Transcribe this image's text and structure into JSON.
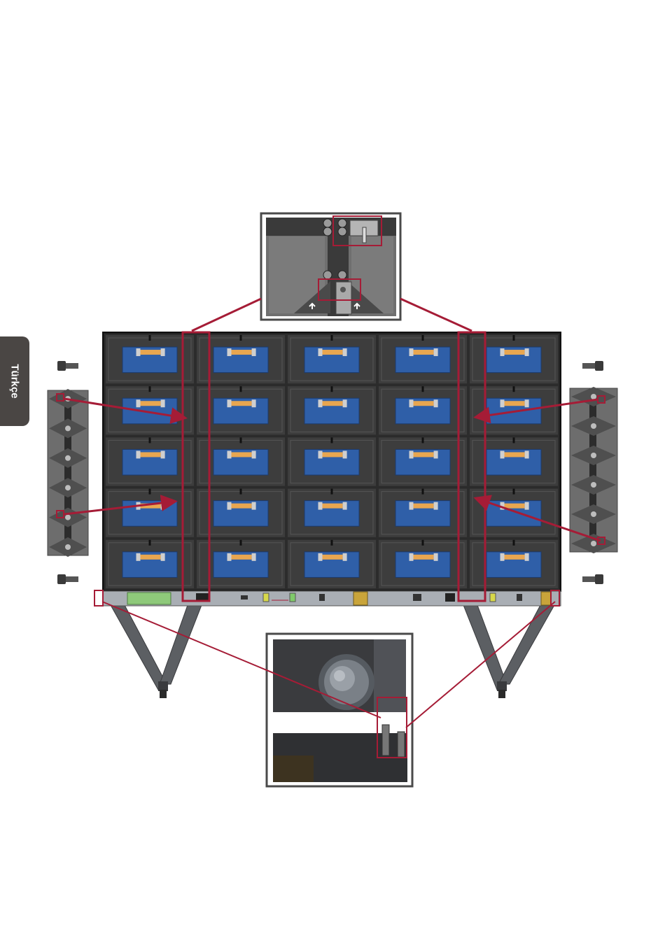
{
  "side_tab": {
    "label": "Türkçe"
  },
  "colors": {
    "tab_background": "#4a4644",
    "highlight_red": "#a51c36",
    "cabinet_frame": "#2c2c2c",
    "cabinet_panel": "#3d3d3d",
    "module_blue": "#2f5fa8",
    "module_label_orange": "#e8a650",
    "power_bar": "#a9aeb4",
    "power_bar_green": "#8ec97a",
    "power_bar_gold": "#c9a43a",
    "stand_leg": "#5c5f63",
    "detail_panel_gray": "#6d6d6d"
  },
  "diagram": {
    "grid_rows": 5,
    "grid_cols": 5,
    "icons": [
      "screw-icon",
      "bracket-plate-icon",
      "arrow-up-icon",
      "stand-leg-icon",
      "alignment-pin-icon"
    ]
  }
}
